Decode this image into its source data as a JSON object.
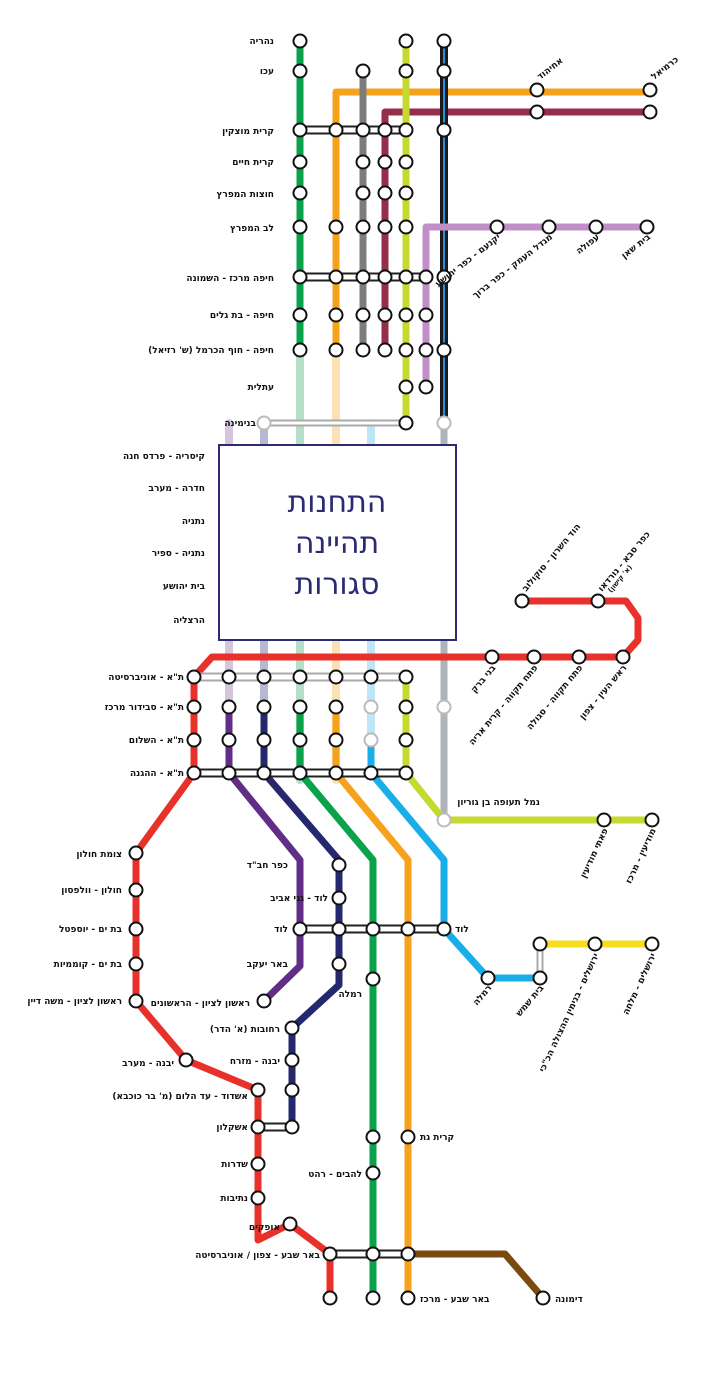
{
  "closed_notice": [
    "התחנות",
    "תהיינה",
    "סגורות"
  ],
  "stations_left": {
    "nahariya": "נהריה",
    "akko": "עכו",
    "kiryat_motzkin": "קרית מוצקין",
    "kiryat_haim": "קרית חיים",
    "hutzot": "חוצות המפרץ",
    "lev_hamifratz": "לב המפרץ",
    "haifa_center": "חיפה מרכז - השמונה",
    "bat_galim": "חיפה - בת גלים",
    "hof_hacarmel": "חיפה - חוף הכרמל (ש' רזיאל)",
    "atlit": "עתלית",
    "binyamina": "בנימינה",
    "caesarea": "קיסריה - פרדס חנה",
    "hadera": "חדרה - מערב",
    "netanya": "נתניה",
    "netanya_sapir": "נתניה - ספיר",
    "beit_yehoshua": "בית יהושע",
    "herzliya": "הרצליה",
    "tlv_university": "ת\"א - אוניברסיטה",
    "tlv_savidor": "ת\"א - סבידור מרכז",
    "tlv_hashalom": "ת\"א - השלום",
    "tlv_hahagana": "ת\"א - ההגנה",
    "holon_junction": "צומת חולון",
    "holon_wolfson": "חולון - וולפסון",
    "bat_yam_yoseftal": "בת ים - יוספטל",
    "bat_yam_komemiyut": "בת ים - קוממיות",
    "rishon_moshe_dayan": "ראשון לציון - משה דיין",
    "yavne_west": "יבנה - מערב",
    "ashdod": "אשדוד - עד הלום (מ' בר כוכבא)",
    "ashkelon": "אשקלון",
    "sderot": "שדרות",
    "netivot": "נתיבות",
    "ofakim": "אופקים",
    "beer_sheva_north": "באר שבע - צפון / אוניברסיטה",
    "kfar_habad": "כפר חב\"ד",
    "lod_ganei_aviv": "לוד - גני אביב",
    "lod_left": "לוד",
    "beer_yaakov": "באר יעקב",
    "rishon_harishonim": "ראשון לציון - הראשונים",
    "rehovot": "רחובות (א' הדר)",
    "yavne_east": "יבנה - מזרח",
    "ramla_center": "רמלה",
    "lehavim": "להבים - רהט"
  },
  "stations_right": {
    "ahihud": "אחיהוד",
    "karmiel": "כרמיאל",
    "beit_shean": "בית שאן",
    "afula": "עפולה",
    "migdal_haemek": "מגדל העמק - כפר ברוך",
    "yokneam": "יקנעם - כפר יהושע",
    "hod_hasharon": "הוד השרון - סוקולוב",
    "kfar_saba": "כפר סבא - נורדאו",
    "kfar_saba_note": "(א' קישון)",
    "bnei_brak": "בני ברק",
    "petah_tikva_kiryat_arye": "פתח תקווה - קרית אריה",
    "petah_tikva_segula": "פתח תקווה - סגולה",
    "rosh_haayin": "ראש העין - צפון",
    "airport": "נמל תעופה בן גוריון",
    "paatei_modiin": "פאתי מודיעין",
    "modiin_center": "מודיעין - מרכז",
    "lod_right": "לוד",
    "ramla_right": "רמלה",
    "beit_shemesh": "בית שמש",
    "jerusalem_navon": "ירושלים - בנימין ההצולה הכ\"כי",
    "jerusalem_malha": "ירושלים - מלחה",
    "kiryat_gat": "קרית גת",
    "beer_sheva_center": "באר שבע - מרכז",
    "dimona": "דימונה"
  },
  "line_colors": {
    "red": "#e8312a",
    "green": "#0aa24b",
    "orange": "#f6a21c",
    "gray": "#7d7d7d",
    "maroon": "#962d4a",
    "lime": "#c6d92e",
    "black": "#1a1a1a",
    "blue_accent": "#2b8fd6",
    "lilac": "#c18fc7",
    "purple": "#622d86",
    "navy": "#25286e",
    "sky": "#19aee8",
    "yellow": "#f7dd1e",
    "brown": "#7b4a0e",
    "steel": "#aeb4b9",
    "ghost_green": "#b5dfc6",
    "ghost_orange": "#fbe1b4",
    "ghost_purple": "#d5c6dc",
    "ghost_navy": "#b7b9d0",
    "ghost_sky": "#bfe6f8",
    "closed_box_border": "#2b2a72"
  }
}
